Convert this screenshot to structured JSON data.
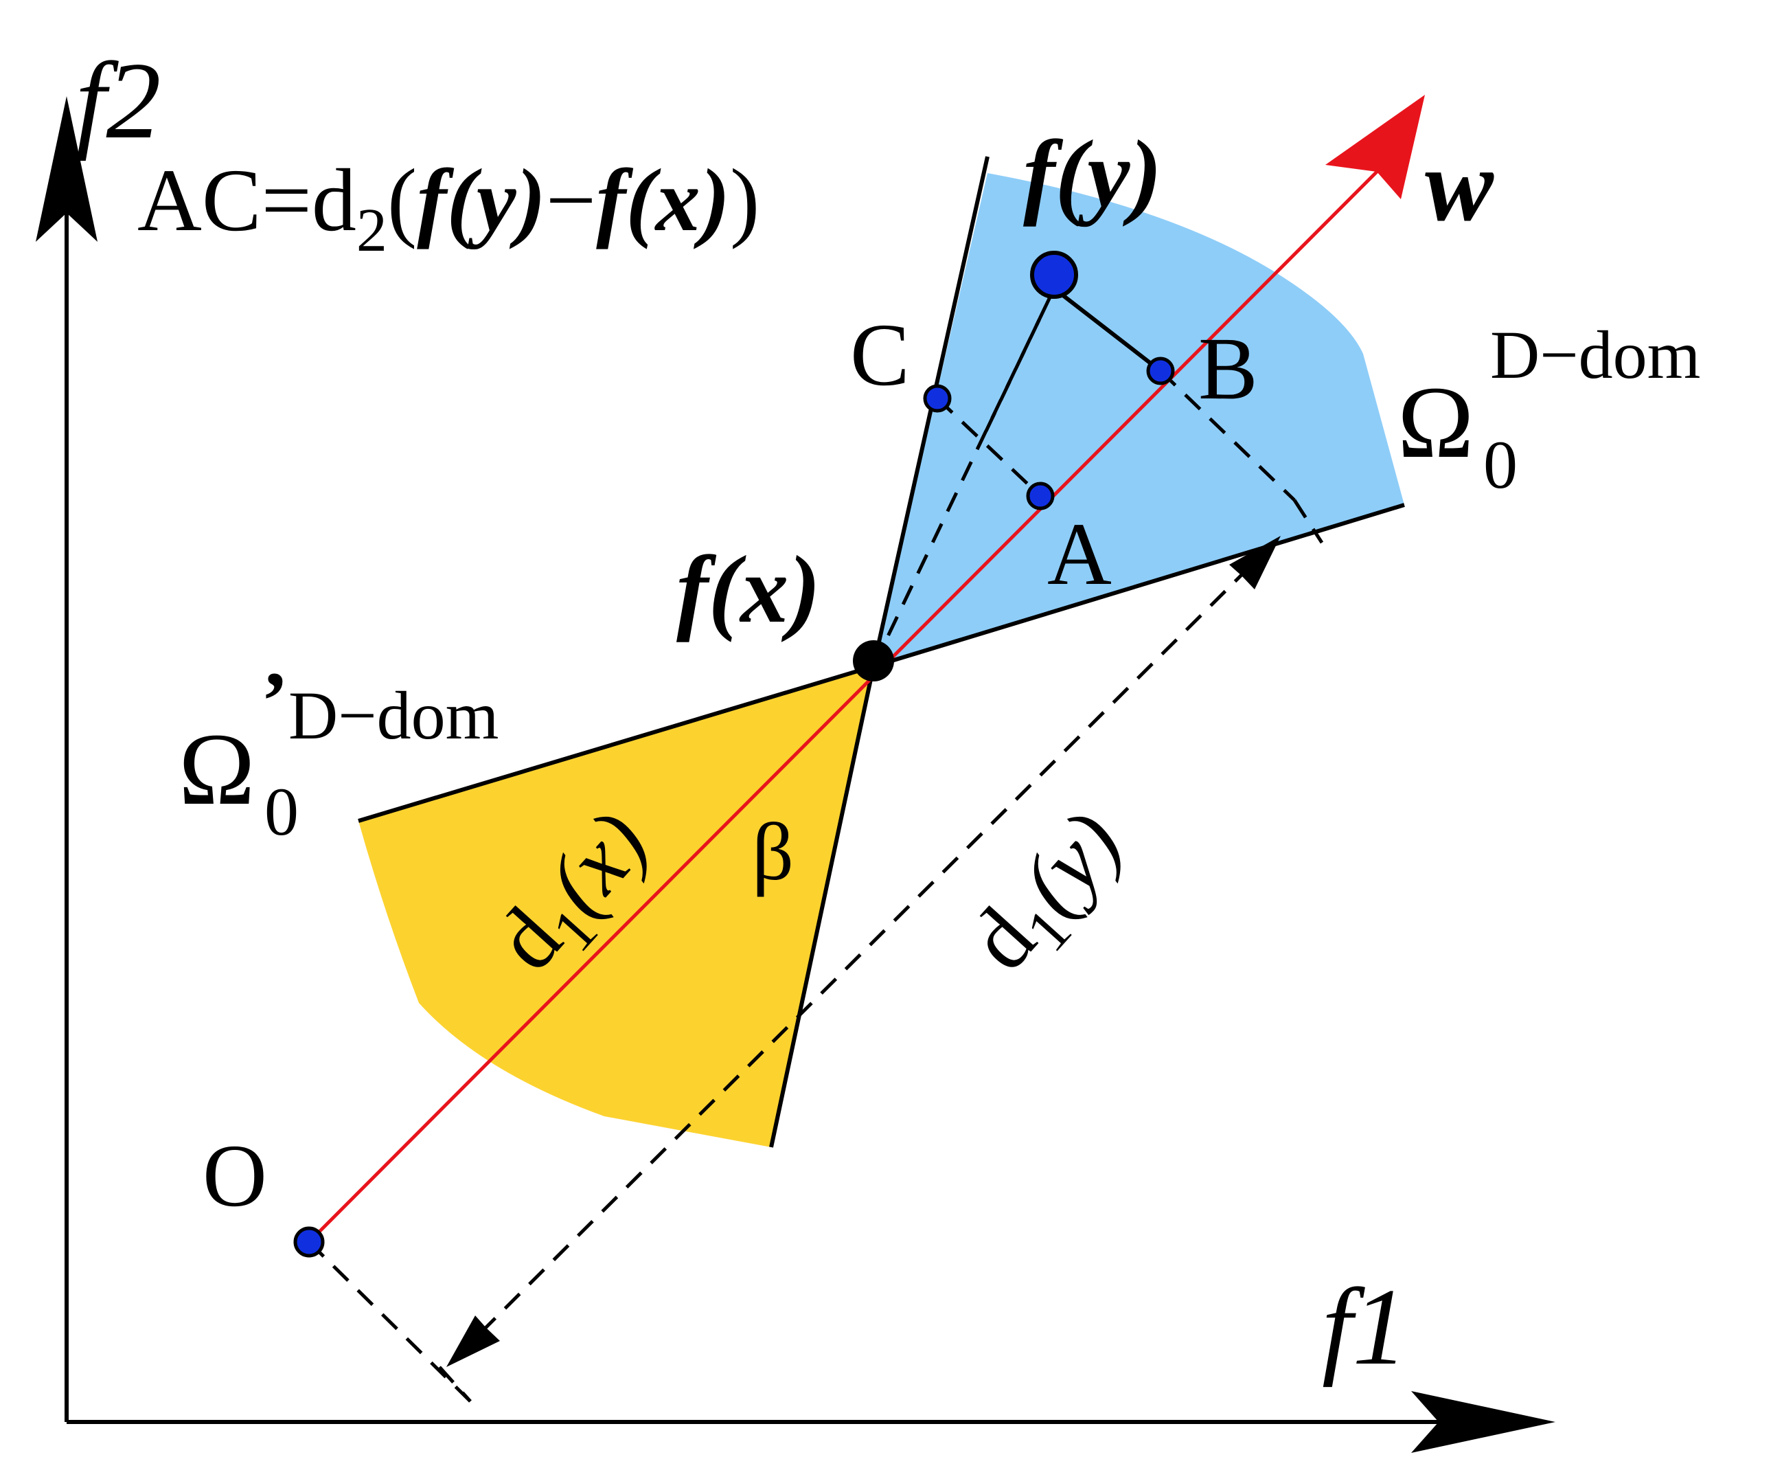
{
  "axes": {
    "x_label": "f1",
    "y_label": "f2"
  },
  "points": {
    "O": "O",
    "A": "A",
    "B": "B",
    "C": "C",
    "fx_f": "f",
    "fx_x": "x",
    "fy_f": "f",
    "fy_y": "y"
  },
  "vector": {
    "label": "w"
  },
  "formula": {
    "lhs": "AC=d",
    "sub": "2",
    "open": "(",
    "f1": "f",
    "y": "y",
    "minus": "−",
    "f2": "f",
    "x": "x",
    "close": ")"
  },
  "regions": {
    "omega_symbol": "Ω",
    "omega_sub": "0",
    "omega_sup": "D−dom",
    "omega_prime_symbol": "Ω",
    "omega_prime_sub": "0",
    "omega_prime_mark": "’",
    "omega_prime_sup": "D−dom"
  },
  "distances": {
    "d1x_d": "d",
    "d1x_sub": "1",
    "d1x_arg": "(x)",
    "d1y_d": "d",
    "d1y_sub": "1",
    "d1y_arg": "(y)",
    "beta": "β"
  },
  "colors": {
    "blue_region": "#8ecdf8",
    "yellow_region": "#fcd22f",
    "red_line": "#e8141c",
    "point_fill": "#1030e0",
    "ink": "#000000"
  }
}
